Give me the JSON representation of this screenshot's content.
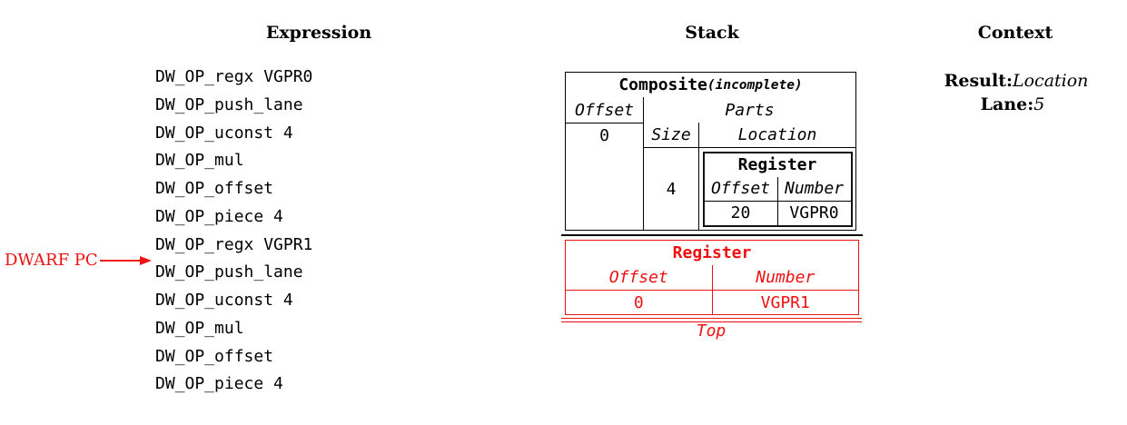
{
  "headers": {
    "expression": "Expression",
    "stack": "Stack",
    "context": "Context"
  },
  "expression": {
    "instructions": [
      "DW_OP_regx VGPR0",
      "DW_OP_push_lane",
      "DW_OP_uconst 4",
      "DW_OP_mul",
      "DW_OP_offset",
      "DW_OP_piece 4",
      "DW_OP_regx VGPR1",
      "DW_OP_push_lane",
      "DW_OP_uconst 4",
      "DW_OP_mul",
      "DW_OP_offset",
      "DW_OP_piece 4"
    ],
    "pc_label": "DWARF PC"
  },
  "stack": {
    "composite": {
      "title": "Composite",
      "subtitle": "(incomplete)",
      "offset_header": "Offset",
      "offset_value": "0",
      "parts_header": "Parts",
      "size_header": "Size",
      "location_header": "Location",
      "part_size": "4",
      "part_register": {
        "title": "Register",
        "offset_header": "Offset",
        "number_header": "Number",
        "offset_value": "20",
        "number_value": "VGPR0"
      }
    },
    "top_entry": {
      "title": "Register",
      "offset_header": "Offset",
      "number_header": "Number",
      "offset_value": "0",
      "number_value": "VGPR1"
    },
    "top_label": "Top"
  },
  "context": {
    "result_label": "Result:",
    "result_value": "Location",
    "lane_label": "Lane:",
    "lane_value": "5"
  },
  "colors": {
    "accent_red": "#ee1111",
    "ink": "#000000"
  }
}
